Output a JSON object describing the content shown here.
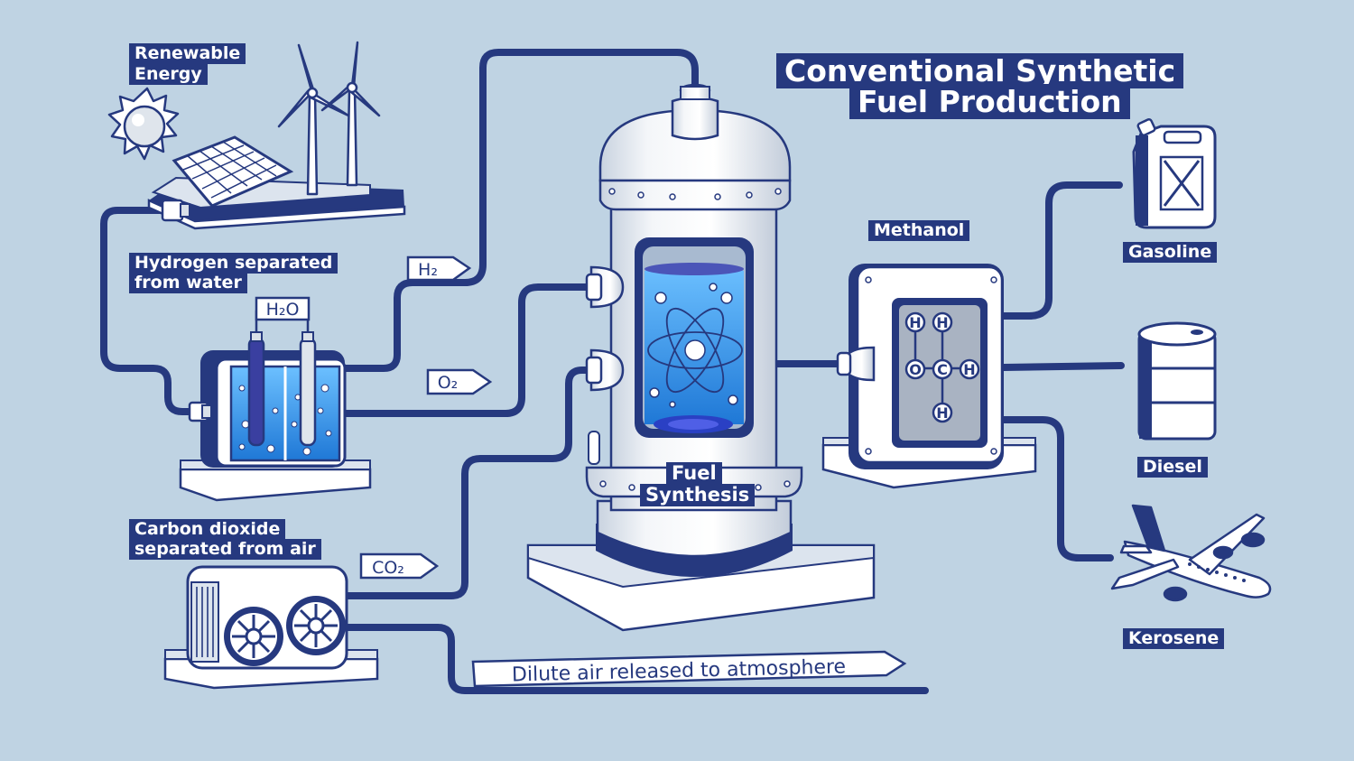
{
  "title": {
    "line1": "Conventional Synthetic",
    "line2": "Fuel Production"
  },
  "labels": {
    "renewable_energy_1": "Renewable",
    "renewable_energy_2": "Energy",
    "hydrogen_1": "Hydrogen separated",
    "hydrogen_2": "from water",
    "water": "H₂O",
    "co2_source_1": "Carbon dioxide",
    "co2_source_2": "separated from air",
    "fuel_synthesis_1": "Fuel",
    "fuel_synthesis_2": "Synthesis",
    "methanol": "Methanol",
    "gasoline": "Gasoline",
    "diesel": "Diesel",
    "kerosene": "Kerosene"
  },
  "flow_tags": {
    "h2": "H₂",
    "o2": "O₂",
    "co2": "CO₂",
    "dilute_air": "Dilute air released to atmosphere"
  },
  "methanol_molecule": {
    "atoms": [
      "H",
      "H",
      "O",
      "C",
      "H",
      "H"
    ]
  },
  "colors": {
    "background": "#bfd3e3",
    "navy": "#26397f",
    "water_blue": "#2f8fe6",
    "steel": "#e9edf3"
  }
}
